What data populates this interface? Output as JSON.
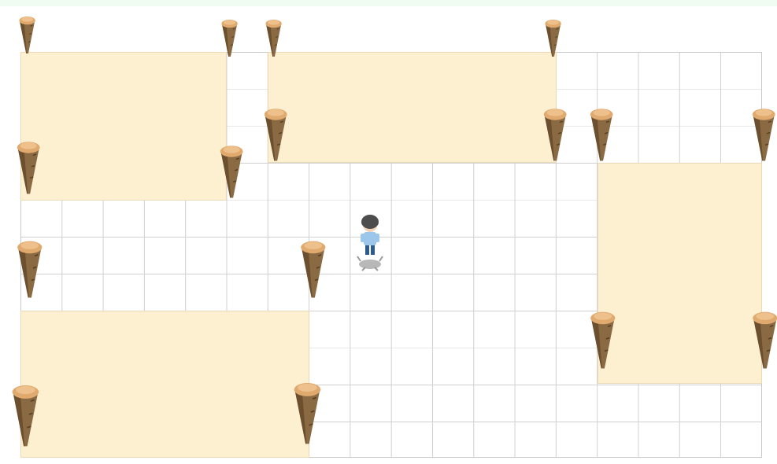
{
  "scene": {
    "background": "#ffffff",
    "top_strip_color": "#f0fbf2",
    "grid_line_color": "#d0d0d0",
    "zone_color": "#fdf0d0",
    "post_icon": "wooden-stake-icon",
    "player_icon": "boy-character-icon"
  },
  "zones": [
    {
      "name": "zone-top-left"
    },
    {
      "name": "zone-top-center"
    },
    {
      "name": "zone-right"
    },
    {
      "name": "zone-bottom-left"
    }
  ],
  "player": {
    "name": "player-character",
    "facing": "down"
  }
}
